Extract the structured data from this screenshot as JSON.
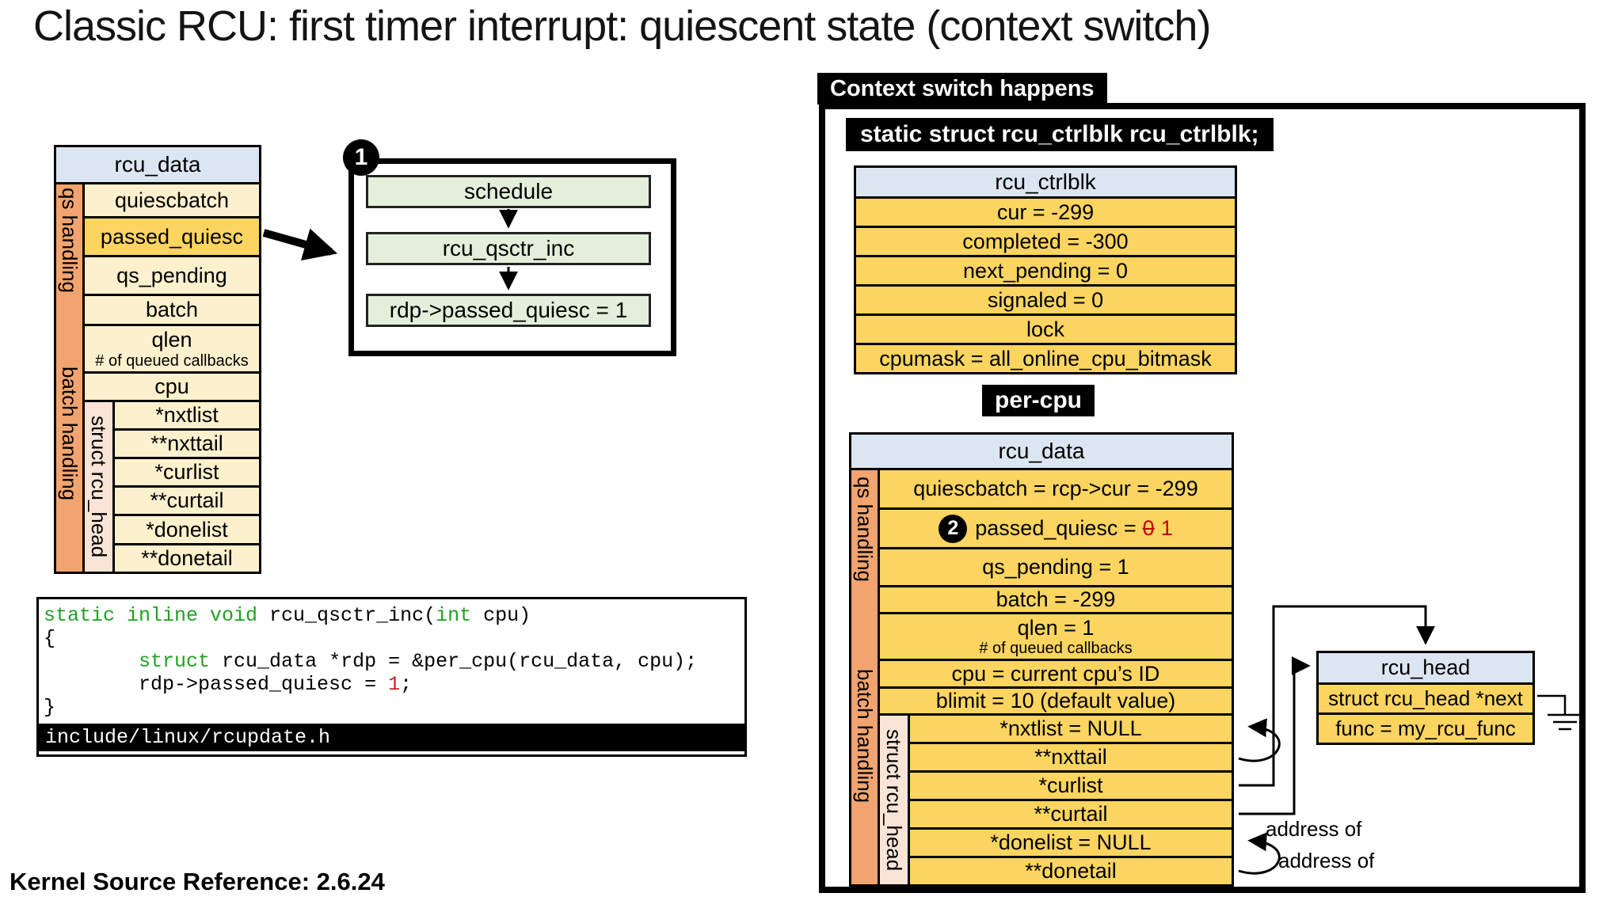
{
  "title": "Classic RCU: first timer interrupt: quiescent state (context switch)",
  "kernel_ref": "Kernel Source Reference: 2.6.24",
  "colors": {
    "header_blue": "#dce6f2",
    "gold": "#fbd560",
    "cream": "#fdf0cd",
    "salmon_strip": "#f1a46f",
    "pink_strip": "#f9e4d6",
    "flow_green": "#e3efda",
    "code_keyword_green": "#21a121",
    "code_number_red": "#cc2222",
    "changed_value_red": "#c00000"
  },
  "left_table": {
    "title": "rcu_data",
    "qs_strip": "qs handling",
    "batch_strip": "batch handling",
    "rcu_head_strip": "struct rcu_head",
    "rows": {
      "quiescbatch": "quiescbatch",
      "passed_quiesc": "passed_quiesc",
      "qs_pending": "qs_pending",
      "batch": "batch",
      "qlen": "qlen",
      "qlen_note": "# of queued callbacks",
      "cpu": "cpu",
      "nxtlist": "*nxtlist",
      "nxttail": "**nxttail",
      "curlist": "*curlist",
      "curtail": "**curtail",
      "donelist": "*donelist",
      "donetail": "**donetail"
    }
  },
  "flow": {
    "badge": "1",
    "steps": [
      "schedule",
      "rcu_qsctr_inc",
      "rdp->passed_quiesc = 1"
    ]
  },
  "code": {
    "l1a": "static inline void ",
    "l1b": "rcu_qsctr_inc(",
    "l1c": "int",
    "l1d": " cpu)",
    "l2": "{",
    "l3a": "        ",
    "l3b": "struct",
    "l3c": " rcu_data *rdp = &per_cpu(rcu_data, cpu);",
    "l4a": "        rdp->passed_quiesc = ",
    "l4b": "1",
    "l4c": ";",
    "l5": "}",
    "path": "include/linux/rcupdate.h"
  },
  "panel": {
    "tab": "Context switch happens",
    "decl": "static struct rcu_ctrlblk rcu_ctrlblk;",
    "percpu": "per-cpu"
  },
  "ctrlblk": {
    "title": "rcu_ctrlblk",
    "rows": [
      "cur = -299",
      "completed = -300",
      "next_pending = 0",
      "signaled = 0",
      "lock",
      "cpumask = all_online_cpu_bitmask"
    ]
  },
  "right_table": {
    "title": "rcu_data",
    "qs_strip": "qs handling",
    "batch_strip": "batch handling",
    "rcu_head_strip": "struct rcu_head",
    "rows": {
      "quiescbatch": "quiescbatch = rcp->cur = -299",
      "passed_badge": "2",
      "passed_label": "passed_quiesc =",
      "passed_old": "0",
      "passed_new": "1",
      "qs_pending": "qs_pending = 1",
      "batch": "batch = -299",
      "qlen": "qlen = 1",
      "qlen_note": "# of queued callbacks",
      "cpu": "cpu = current cpu’s ID",
      "blimit": "blimit = 10 (default value)",
      "nxtlist": "*nxtlist = NULL",
      "nxttail": "**nxttail",
      "curlist": "*curlist",
      "curtail": "**curtail",
      "donelist": "*donelist = NULL",
      "donetail": "**donetail"
    }
  },
  "rcu_head": {
    "title": "rcu_head",
    "next": "struct rcu_head *next",
    "func": "func = my_rcu_func"
  },
  "annotations": {
    "address_of_1": "address of",
    "address_of_2": "address of"
  }
}
